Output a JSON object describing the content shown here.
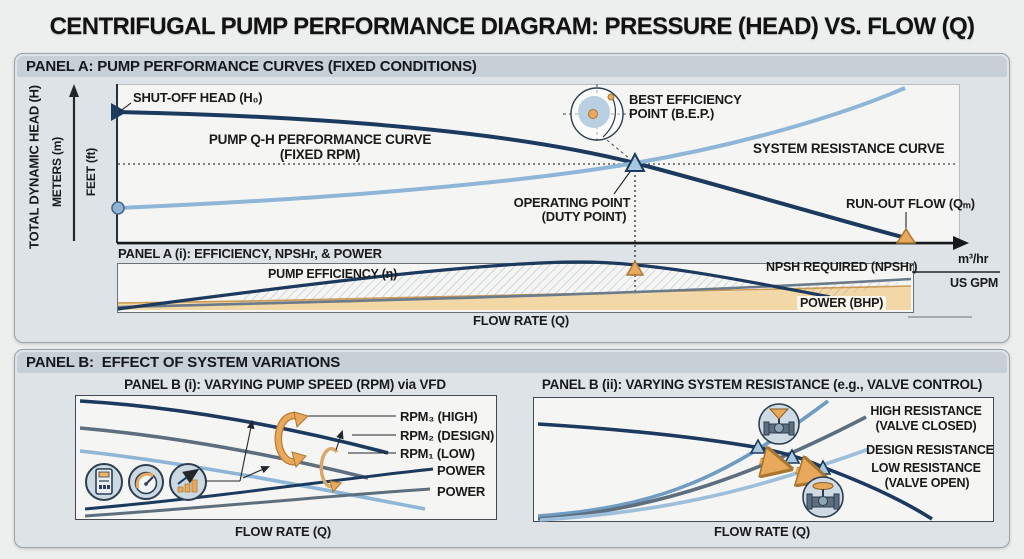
{
  "title": "CENTRIFUGAL PUMP PERFORMANCE DIAGRAM: PRESSURE (HEAD) VS. FLOW (Q)",
  "panel_a": {
    "header": "PANEL A: PUMP PERFORMANCE CURVES (FIXED CONDITIONS)",
    "y_axis": {
      "primary": "TOTAL DYNAMIC HEAD (H)",
      "metric": "METERS (m)",
      "imperial": "FEET (ft)"
    },
    "x_axis_units": {
      "metric": "m³/hr",
      "us": "US GPM"
    },
    "labels": {
      "shutoff": "SHUT-OFF HEAD (H₀)",
      "pump_curve_line1": "PUMP Q-H PERFORMANCE CURVE",
      "pump_curve_line2": "(FIXED RPM)",
      "bep_line1": "BEST EFFICIENCY",
      "bep_line2": "POINT (B.E.P.)",
      "system_curve": "SYSTEM RESISTANCE CURVE",
      "operating_line1": "OPERATING POINT",
      "operating_line2": "(DUTY POINT)",
      "runout": "RUN-OUT FLOW (Qₘ)"
    },
    "subpanel": {
      "header": "PANEL A (i): EFFICIENCY, NPSHr, & POWER",
      "efficiency": "PUMP EFFICIENCY (η)",
      "npsh": "NPSH REQUIRED (NPSHr)",
      "power": "POWER (BHP)",
      "flow": "FLOW RATE (Q)"
    }
  },
  "panel_b": {
    "header": "PANEL B:  EFFECT OF SYSTEM VARIATIONS",
    "b1": {
      "header": "PANEL B (i): VARYING PUMP SPEED (RPM) via VFD",
      "labels": [
        "RPM₃ (HIGH)",
        "RPM₂ (DESIGN)",
        "RPM₁ (LOW)",
        "POWER",
        "POWER"
      ],
      "flow": "FLOW RATE (Q)"
    },
    "b2": {
      "header": "PANEL B (ii): VARYING SYSTEM RESISTANCE (e.g., VALVE CONTROL)",
      "labels": {
        "high_line1": "HIGH RESISTANCE",
        "high_line2": "(VALVE CLOSED)",
        "design": "DESIGN RESISTANCE",
        "low_line1": "LOW RESISTANCE",
        "low_line2": "(VALVE OPEN)"
      },
      "flow": "FLOW RATE (Q)"
    }
  },
  "colors": {
    "navy_curve": "#1b3a5e",
    "light_blue_curve": "#8fb6d6",
    "medium_blue_curve": "#6f9cc0",
    "gray_curve": "#5d6e7e",
    "orange_accent": "#e9a95c",
    "orange_fill": "#f3d8a7",
    "panel_bg": "#dde3e7",
    "header_band": "#c7d0d6",
    "plot_bg": "#f5f6f4"
  }
}
